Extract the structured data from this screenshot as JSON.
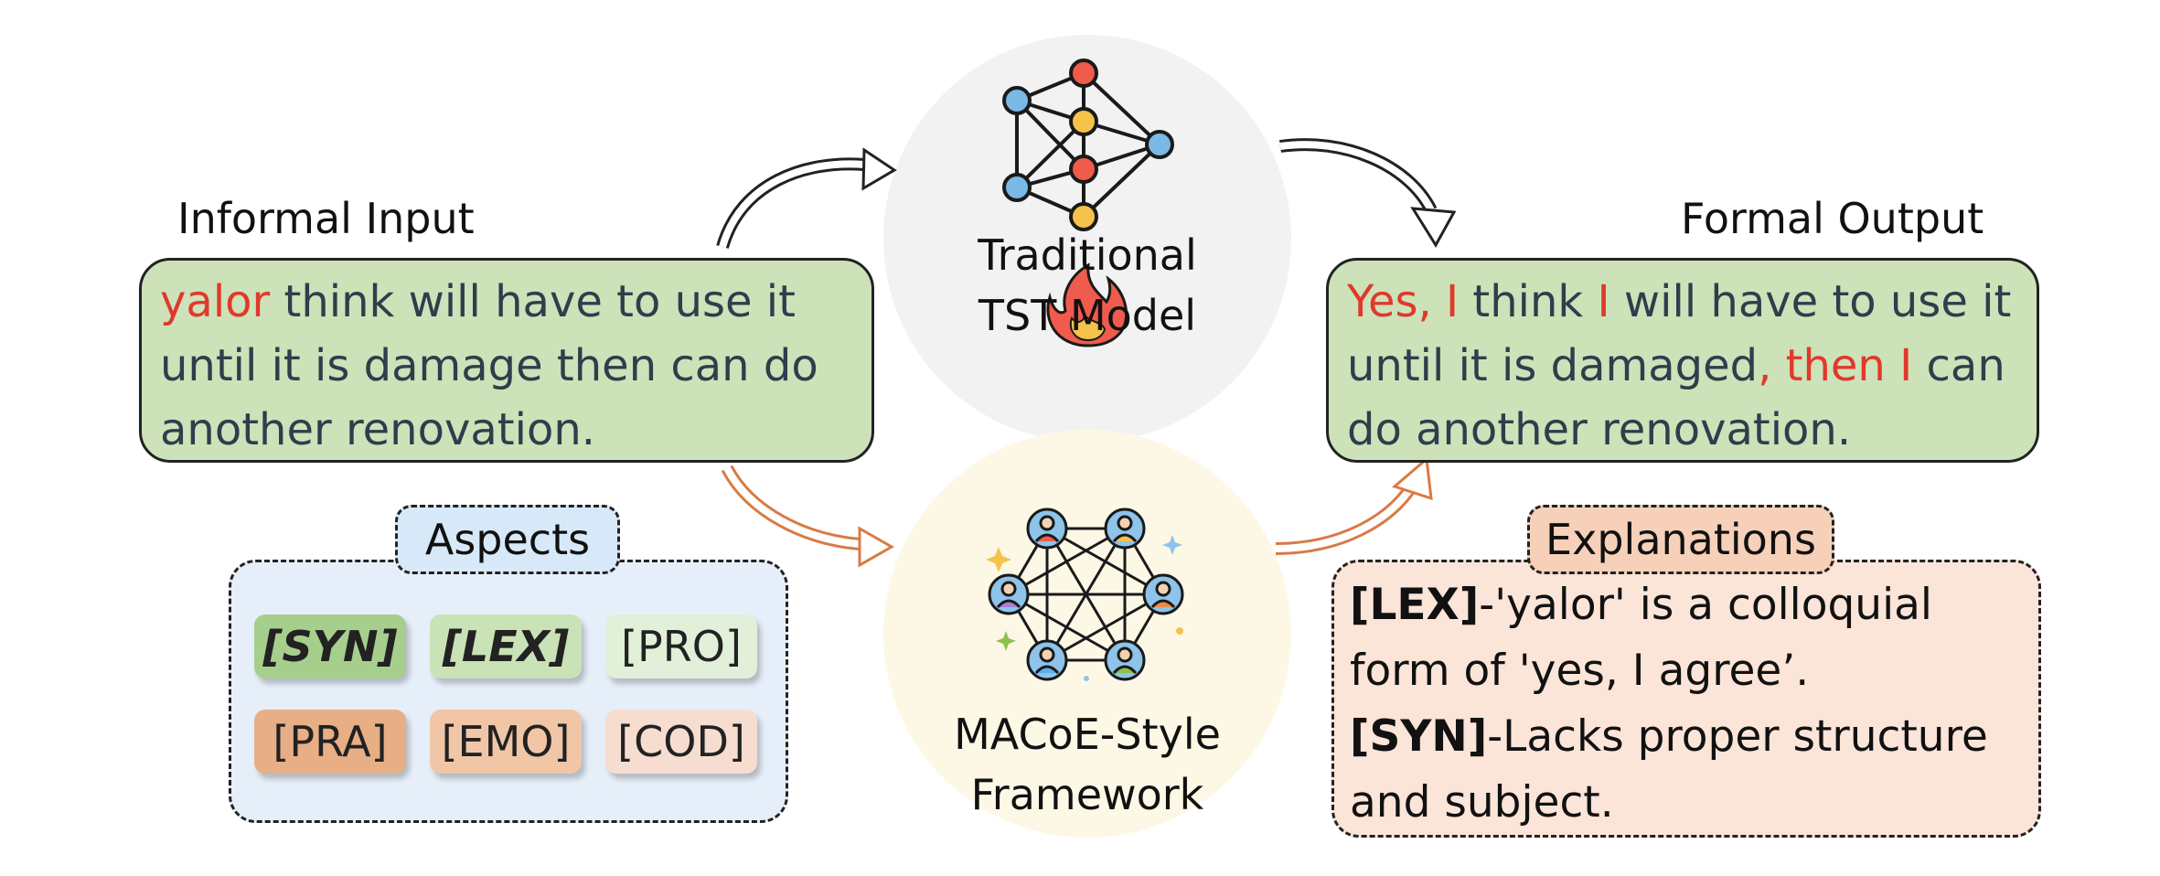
{
  "left": {
    "title": "Informal Input",
    "text": {
      "highlight": "yalor",
      "line1_rest": " think will have to use it",
      "line2": "until it is damage then can do",
      "line3": "another renovation."
    }
  },
  "right": {
    "title": "Formal Output",
    "line1": [
      {
        "t": "Yes, I",
        "red": true
      },
      {
        "t": " think ",
        "red": false
      },
      {
        "t": "I",
        "red": true
      },
      {
        "t": " will have to use it",
        "red": false
      }
    ],
    "line2": [
      {
        "t": "until it is damaged",
        "red": false
      },
      {
        "t": ", then I",
        "red": true
      },
      {
        "t": " can",
        "red": false
      }
    ],
    "line3": "do another renovation."
  },
  "center_top": {
    "line1": "Traditional",
    "line2": "TST Model"
  },
  "center_bottom": {
    "line1": "MACoE-Style",
    "line2": "Framework"
  },
  "aspects": {
    "title": "Aspects",
    "chips": [
      {
        "label": "[SYN]",
        "color": "#a6cf8e",
        "bold": true
      },
      {
        "label": "[LEX]",
        "color": "#c9e2b6",
        "bold": true
      },
      {
        "label": "[PRO]",
        "color": "#e2efd9",
        "bold": false
      },
      {
        "label": "[PRA]",
        "color": "#e8ae86",
        "bold": false
      },
      {
        "label": "[EMO]",
        "color": "#f1c6a6",
        "bold": false
      },
      {
        "label": "[COD]",
        "color": "#f6ddd0",
        "bold": false
      }
    ]
  },
  "explanations": {
    "title": "Explanations",
    "e1_tag": "[LEX]",
    "e1_text": "-'yalor' is a colloquial",
    "e1_line2": "form of 'yes, I agree’.",
    "e2_tag": "[SYN]",
    "e2_text": "-Lacks proper structure",
    "e2_line2": "and subject."
  },
  "colors": {
    "green_box": "#cde2b8",
    "aspects_bg": "#e6eff9",
    "explanations_bg": "#fbe4d8",
    "aspects_tag_bg": "#d7e9f8",
    "explanations_tag_bg": "#f6d0b8",
    "highlight_red": "#e0392b",
    "top_circle": "#f2f2f2",
    "bottom_circle": "#fdf8e6"
  },
  "icons": {
    "top": "neural-network-icon",
    "fire": "fire-icon",
    "bottom": "multi-agent-network-icon",
    "arrow": "curved-arrow-icon"
  }
}
